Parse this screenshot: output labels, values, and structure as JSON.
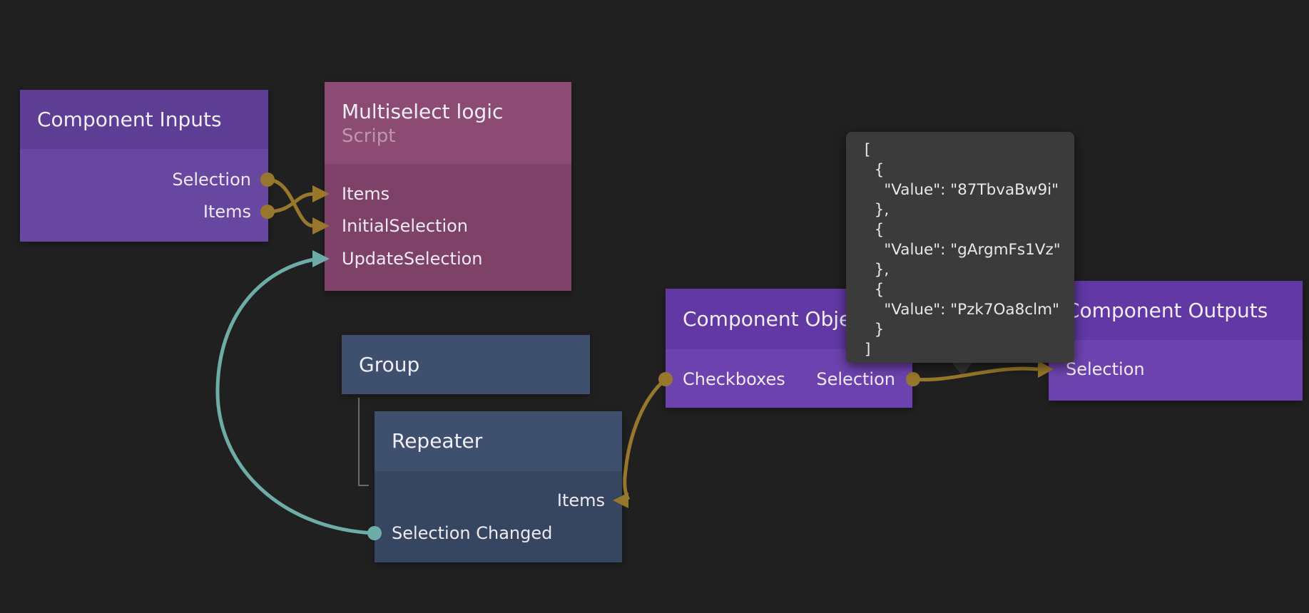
{
  "app": {
    "view": "node-graph-canvas"
  },
  "colors": {
    "background": "#202020",
    "wire_gold": "#97772B",
    "wire_teal": "#6EACA8",
    "tree_line": "#6A6A6A",
    "inputs_header": "#5E3D94",
    "inputs_body": "#6847A0",
    "script_header": "#8C4B72",
    "script_body": "#7E4167",
    "group_fill": "#3E506E",
    "repeater_header": "#3E506E",
    "repeater_body": "#364660",
    "object_header": "#6138A4",
    "object_body": "#6C43AE",
    "tooltip_bg": "#3B3B3B",
    "tooltip_text": "#E8E8E8",
    "title_text": "#F2EEF6",
    "port_text": "#EFEAF2"
  },
  "nodes": [
    {
      "title": "Component Inputs",
      "ports": [
        {
          "label": "Selection",
          "direction": "output",
          "marker": "gold-dot"
        },
        {
          "label": "Items",
          "direction": "output",
          "marker": "gold-dot"
        }
      ]
    },
    {
      "title": "Multiselect logic",
      "subtitle": "Script",
      "ports": [
        {
          "label": "Items",
          "direction": "input",
          "marker": "gold-arrow"
        },
        {
          "label": "InitialSelection",
          "direction": "input",
          "marker": "gold-arrow"
        },
        {
          "label": "UpdateSelection",
          "direction": "input",
          "marker": "teal-arrow"
        }
      ]
    },
    {
      "title": "Group",
      "ports": []
    },
    {
      "title": "Repeater",
      "ports": [
        {
          "label": "Items",
          "direction": "input",
          "marker": "gold-arrow"
        },
        {
          "label": "Selection Changed",
          "direction": "event-output",
          "marker": "teal-dot"
        }
      ]
    },
    {
      "title": "Component Object",
      "ports": [
        {
          "label": "Checkboxes",
          "direction": "output",
          "marker": "gold-dot"
        },
        {
          "label": "Selection",
          "direction": "output",
          "marker": "gold-dot"
        }
      ]
    },
    {
      "title": "Component Outputs",
      "ports": [
        {
          "label": "Selection",
          "direction": "input",
          "marker": "gold-arrow"
        }
      ]
    }
  ],
  "tooltip": {
    "text": "[\n  {\n    \"Value\": \"87TbvaBw9i\"\n  },\n  {\n    \"Value\": \"gArgmFs1Vz\"\n  },\n  {\n    \"Value\": \"Pzk7Oa8clm\"\n  }\n]",
    "values": [
      "87TbvaBw9i",
      "gArgmFs1Vz",
      "Pzk7Oa8clm"
    ]
  }
}
